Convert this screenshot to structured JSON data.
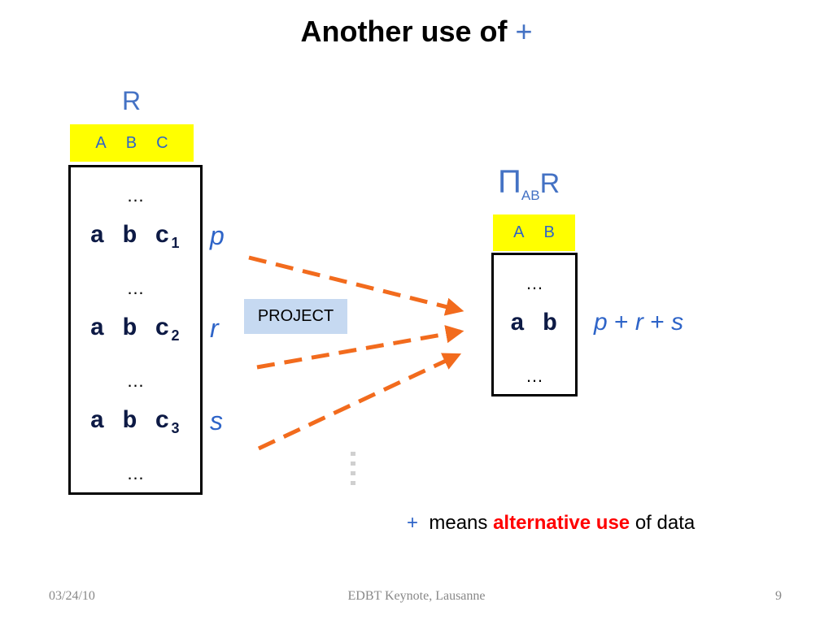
{
  "title": {
    "text": "Another use of ",
    "plus": "+"
  },
  "left_relation": {
    "name": "R",
    "headers": [
      "A",
      "B",
      "C"
    ],
    "rows": [
      {
        "kind": "dots",
        "text": "…"
      },
      {
        "kind": "tuple",
        "text": "a b c",
        "sub": "1",
        "label": "p"
      },
      {
        "kind": "dots",
        "text": "…"
      },
      {
        "kind": "tuple",
        "text": "a b c",
        "sub": "2",
        "label": "r"
      },
      {
        "kind": "dots",
        "text": "…"
      },
      {
        "kind": "tuple",
        "text": "a b c",
        "sub": "3",
        "label": "s"
      },
      {
        "kind": "dots",
        "text": "…"
      }
    ]
  },
  "operation": {
    "label": "PROJECT"
  },
  "right_relation": {
    "pi": "Π",
    "subscript": "AB",
    "name": "R",
    "headers": [
      "A",
      "B"
    ],
    "rows": [
      {
        "kind": "dots",
        "text": "…"
      },
      {
        "kind": "tuple",
        "text": "a b"
      },
      {
        "kind": "dots",
        "text": "…"
      }
    ],
    "expression": {
      "p": "p",
      "plus1": " + ",
      "r": "r",
      "plus2": " + ",
      "s": "s"
    }
  },
  "note": {
    "plus": "+",
    "text1": "  means ",
    "emph": "alternative use",
    "text2": " of data"
  },
  "footer": {
    "date": "03/24/10",
    "center": "EDBT Keynote, Lausanne",
    "page": "9"
  },
  "colors": {
    "accent": "#4472c4",
    "arrow": "#f26b1d",
    "header_fill": "#ffff00",
    "emphasis": "#ff0000",
    "project_fill": "#c6d9f1"
  }
}
